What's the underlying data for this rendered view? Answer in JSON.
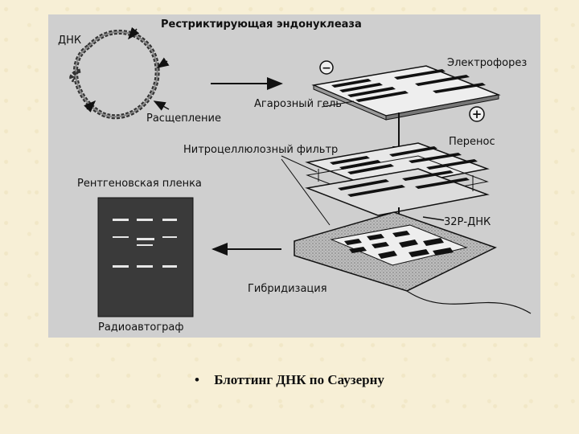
{
  "diagram": {
    "labels": {
      "dna": "ДНК",
      "restriction_enzyme": "Рестриктирующая эндонуклеаза",
      "cleavage": "Расщепление",
      "electrophoresis": "Электрофорез",
      "agarose_gel": "Агарозный гель",
      "transfer": "Перенос",
      "nitrocellulose_filter": "Нитроцеллюлозный фильтр",
      "xray_film": "Рентгеновская пленка",
      "probe": "32Р-ДНК",
      "hybridization": "Гибридизация",
      "autoradiograph": "Радиоавтограф",
      "minus_sign": "−",
      "plus_sign": "+"
    }
  },
  "caption": {
    "bullet": "•",
    "text": "Блоттинг ДНК по Саузерну"
  }
}
